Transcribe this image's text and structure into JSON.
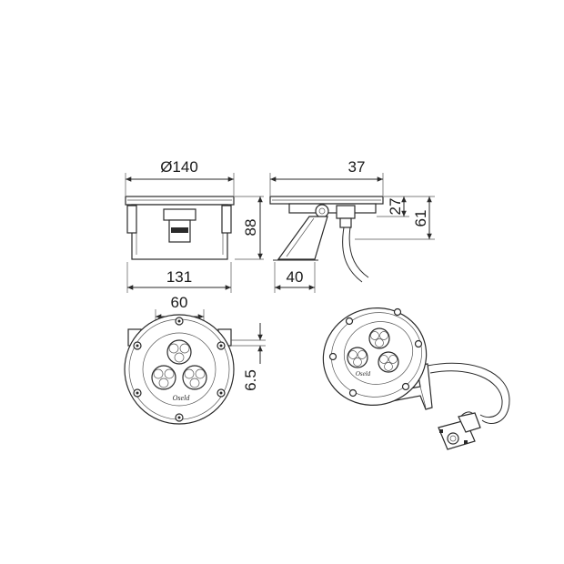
{
  "dimensions": {
    "top_diameter": "Ø140",
    "top_width": "131",
    "top_height": "88",
    "side_width": "37",
    "side_small_height": "27",
    "side_height": "61",
    "side_base": "40",
    "front_width": "60",
    "front_offset": "6.5"
  },
  "colors": {
    "line": "#2a2a2a",
    "background": "#ffffff"
  },
  "logo_text": "Oseld"
}
